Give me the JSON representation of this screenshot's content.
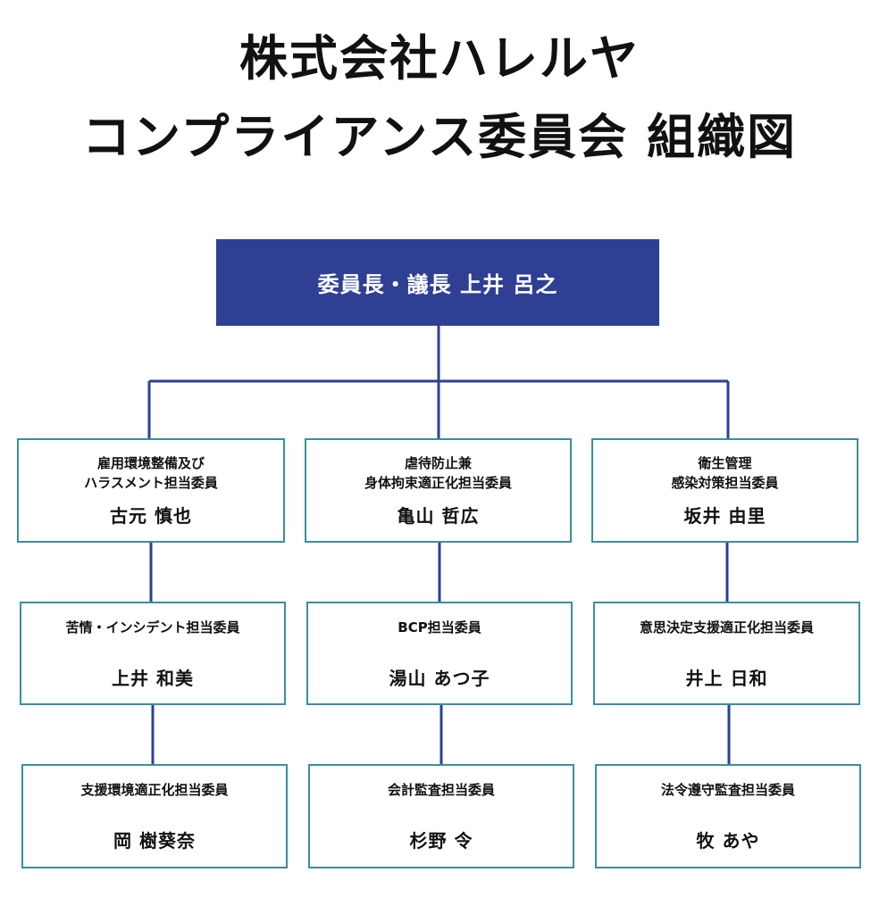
{
  "title": {
    "line1": "株式会社ハレルヤ",
    "line2": "コンプライアンス委員会 組織図"
  },
  "chair": {
    "label": "委員長・議長 上井 呂之"
  },
  "columns": [
    {
      "row1": {
        "role_lines": [
          "雇用環境整備及び",
          "ハラスメント担当委員"
        ],
        "name": "古元 慎也"
      },
      "row2": {
        "role_lines": [
          "苦情・インシデント担当委員"
        ],
        "name": "上井 和美"
      },
      "row3": {
        "role_lines": [
          "支援環境適正化担当委員"
        ],
        "name": "岡 樹葵奈"
      }
    },
    {
      "row1": {
        "role_lines": [
          "虐待防止兼",
          "身体拘束適正化担当委員"
        ],
        "name": "亀山 哲広"
      },
      "row2": {
        "role_lines": [
          "BCP担当委員"
        ],
        "name": "湯山 あつ子"
      },
      "row3": {
        "role_lines": [
          "会計監査担当委員"
        ],
        "name": "杉野 令"
      }
    },
    {
      "row1": {
        "role_lines": [
          "衛生管理",
          "感染対策担当委員"
        ],
        "name": "坂井 由里"
      },
      "row2": {
        "role_lines": [
          "意思決定支援適正化担当委員"
        ],
        "name": "井上 日和"
      },
      "row3": {
        "role_lines": [
          "法令遵守監査担当委員"
        ],
        "name": "牧 あや"
      }
    }
  ],
  "colors": {
    "chair_fill": "#2e3f94",
    "connector": "#2e3f94",
    "box_border": "#3a8f9e"
  }
}
